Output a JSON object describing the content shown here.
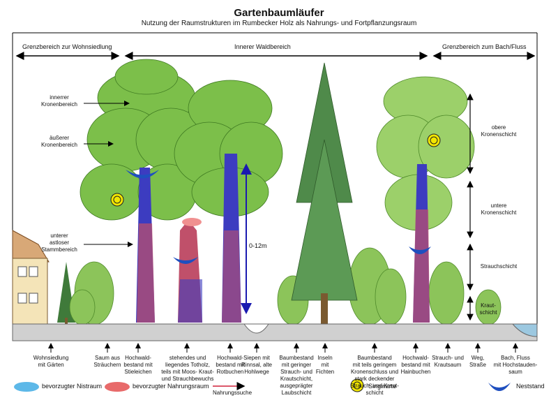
{
  "title": "Gartenbaumläufer",
  "subtitle": "Nutzung der Raumstrukturen im Rumbecker Holz als Nahrungs- und Fortpflanzungsraum",
  "zones": {
    "left": "Grenzbereich zur Wohnsiedlung",
    "middle": "Innerer Waldbereich",
    "right": "Grenzbereich zum Bach/Fluss"
  },
  "tree_labels": {
    "inner_crown": "inner­rer\nKronenbereich",
    "outer_crown": "äußerer\nKronenbereich",
    "lower_trunk": "unterer\nastloser\nStammbereich"
  },
  "layers": {
    "upper_crown": "obere\nKronenschicht",
    "lower_crown": "untere\nKronenschicht",
    "shrub": "Strauchschicht",
    "herb": "Kraut-\nschicht"
  },
  "height_label": "0-12m",
  "ground_labels": [
    "Wohnsiedlung\nmit Gärten",
    "Saum aus\nSträuchern",
    "Hochwald-\nbestand mit\nStieleichen",
    "stehendes und\nliegendes Totholz,\nteils mit Moos- Kraut-\nund Strauchbewuchs",
    "Hochwald-\nbestand mit\nRotbuchen",
    "Siepen mit\nRinnsal, alte\nHohlwege",
    "Baumbestand\nmit geringer\nStrauch- und\nKrautschicht,\nausgeprägter\nLaubschicht",
    "Inseln\nmit\nFichten",
    "Baumbestand\nmit teils geringem\nKronenschluss und\nstark deckender\nStrauch- und Kraut-\nschicht",
    "Hochwald-\nbestand mit\nHainbuchen",
    "Strauch- und\nKrautsaum",
    "Weg,\nStraße",
    "Bach, Fluss\nmit Hochstauden-\nsaum"
  ],
  "legend": {
    "nest_space": "bevorzugter Nistraum",
    "food_space": "bevorzugter Nahrungsraum",
    "food_search": "Nahrungssuche",
    "song_post": "Singwarte",
    "nest_site": "Neststand"
  },
  "colors": {
    "nest_blue": "#5db8e8",
    "food_red": "#e86a6a",
    "trunk_blue": "#3c3cc0",
    "song_yellow": "#f2e600",
    "foliage": "#7cbf4a"
  }
}
